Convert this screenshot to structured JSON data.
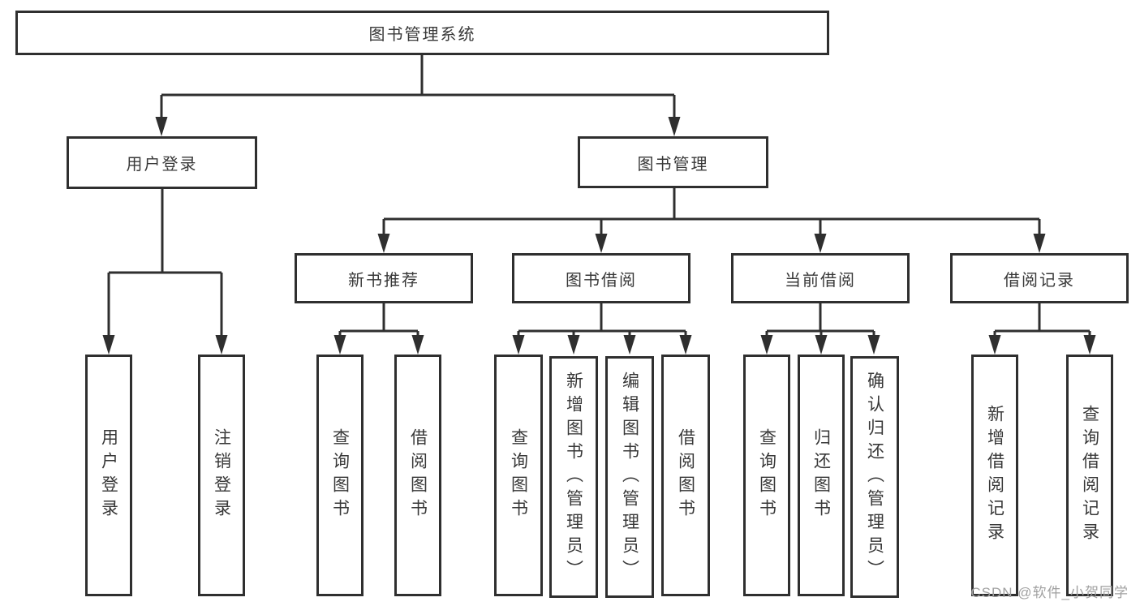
{
  "tree": {
    "root": {
      "label": "图书管理系统"
    },
    "children": [
      {
        "label": "用户登录",
        "children": [
          {
            "label": "用户登录"
          },
          {
            "label": "注销登录"
          }
        ]
      },
      {
        "label": "图书管理",
        "children": [
          {
            "label": "新书推荐",
            "children": [
              {
                "label": "查询图书"
              },
              {
                "label": "借阅图书"
              }
            ]
          },
          {
            "label": "图书借阅",
            "children": [
              {
                "label": "查询图书"
              },
              {
                "label": "新增图书（管理员）"
              },
              {
                "label": "编辑图书（管理员）"
              },
              {
                "label": "借阅图书"
              }
            ]
          },
          {
            "label": "当前借阅",
            "children": [
              {
                "label": "查询图书"
              },
              {
                "label": "归还图书"
              },
              {
                "label": "确认归还（管理员）"
              }
            ]
          },
          {
            "label": "借阅记录",
            "children": [
              {
                "label": "新增借阅记录"
              },
              {
                "label": "查询借阅记录"
              }
            ]
          }
        ]
      }
    ]
  },
  "watermark": "CSDN @软件_小贺同学",
  "colors": {
    "line": "#2f2f2f",
    "text": "#383838",
    "watermark": "#a0a0a0",
    "background": "#ffffff"
  }
}
